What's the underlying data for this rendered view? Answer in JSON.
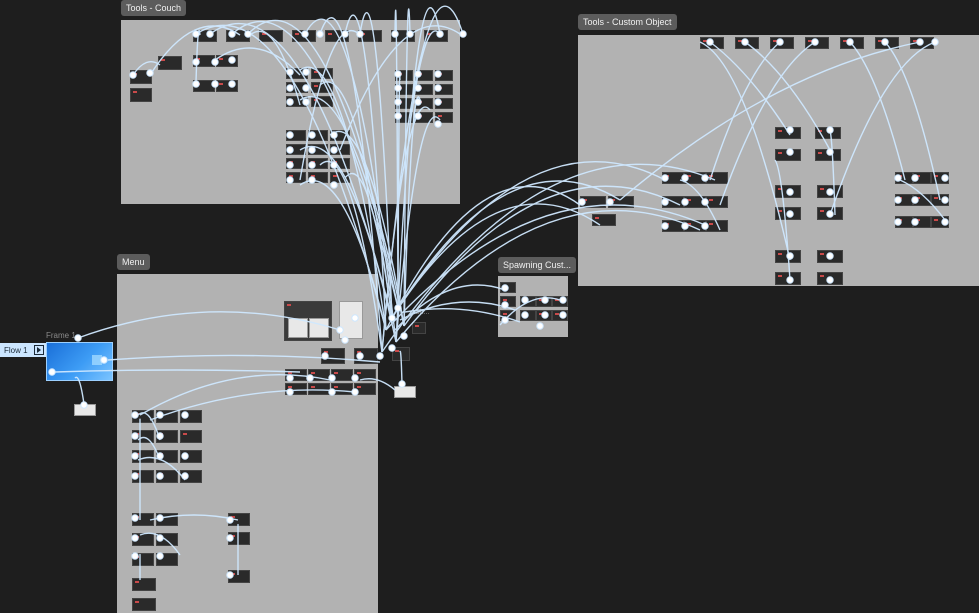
{
  "sections": {
    "tools_couch": "Tools - Couch",
    "tools_custom_object": "Tools - Custom Object",
    "menu": "Menu",
    "spawning_custom": "Spawning Cust..."
  },
  "flow": {
    "label": "Flow 1",
    "frame_label": "Frame 1"
  },
  "truncated_label": "Sh...",
  "colors": {
    "canvas": "#1e1e1e",
    "section": "#b2b2b2",
    "wire": "#cfe8ff",
    "flow_tag": "#cce6ff"
  },
  "icons": [
    "play-icon"
  ]
}
